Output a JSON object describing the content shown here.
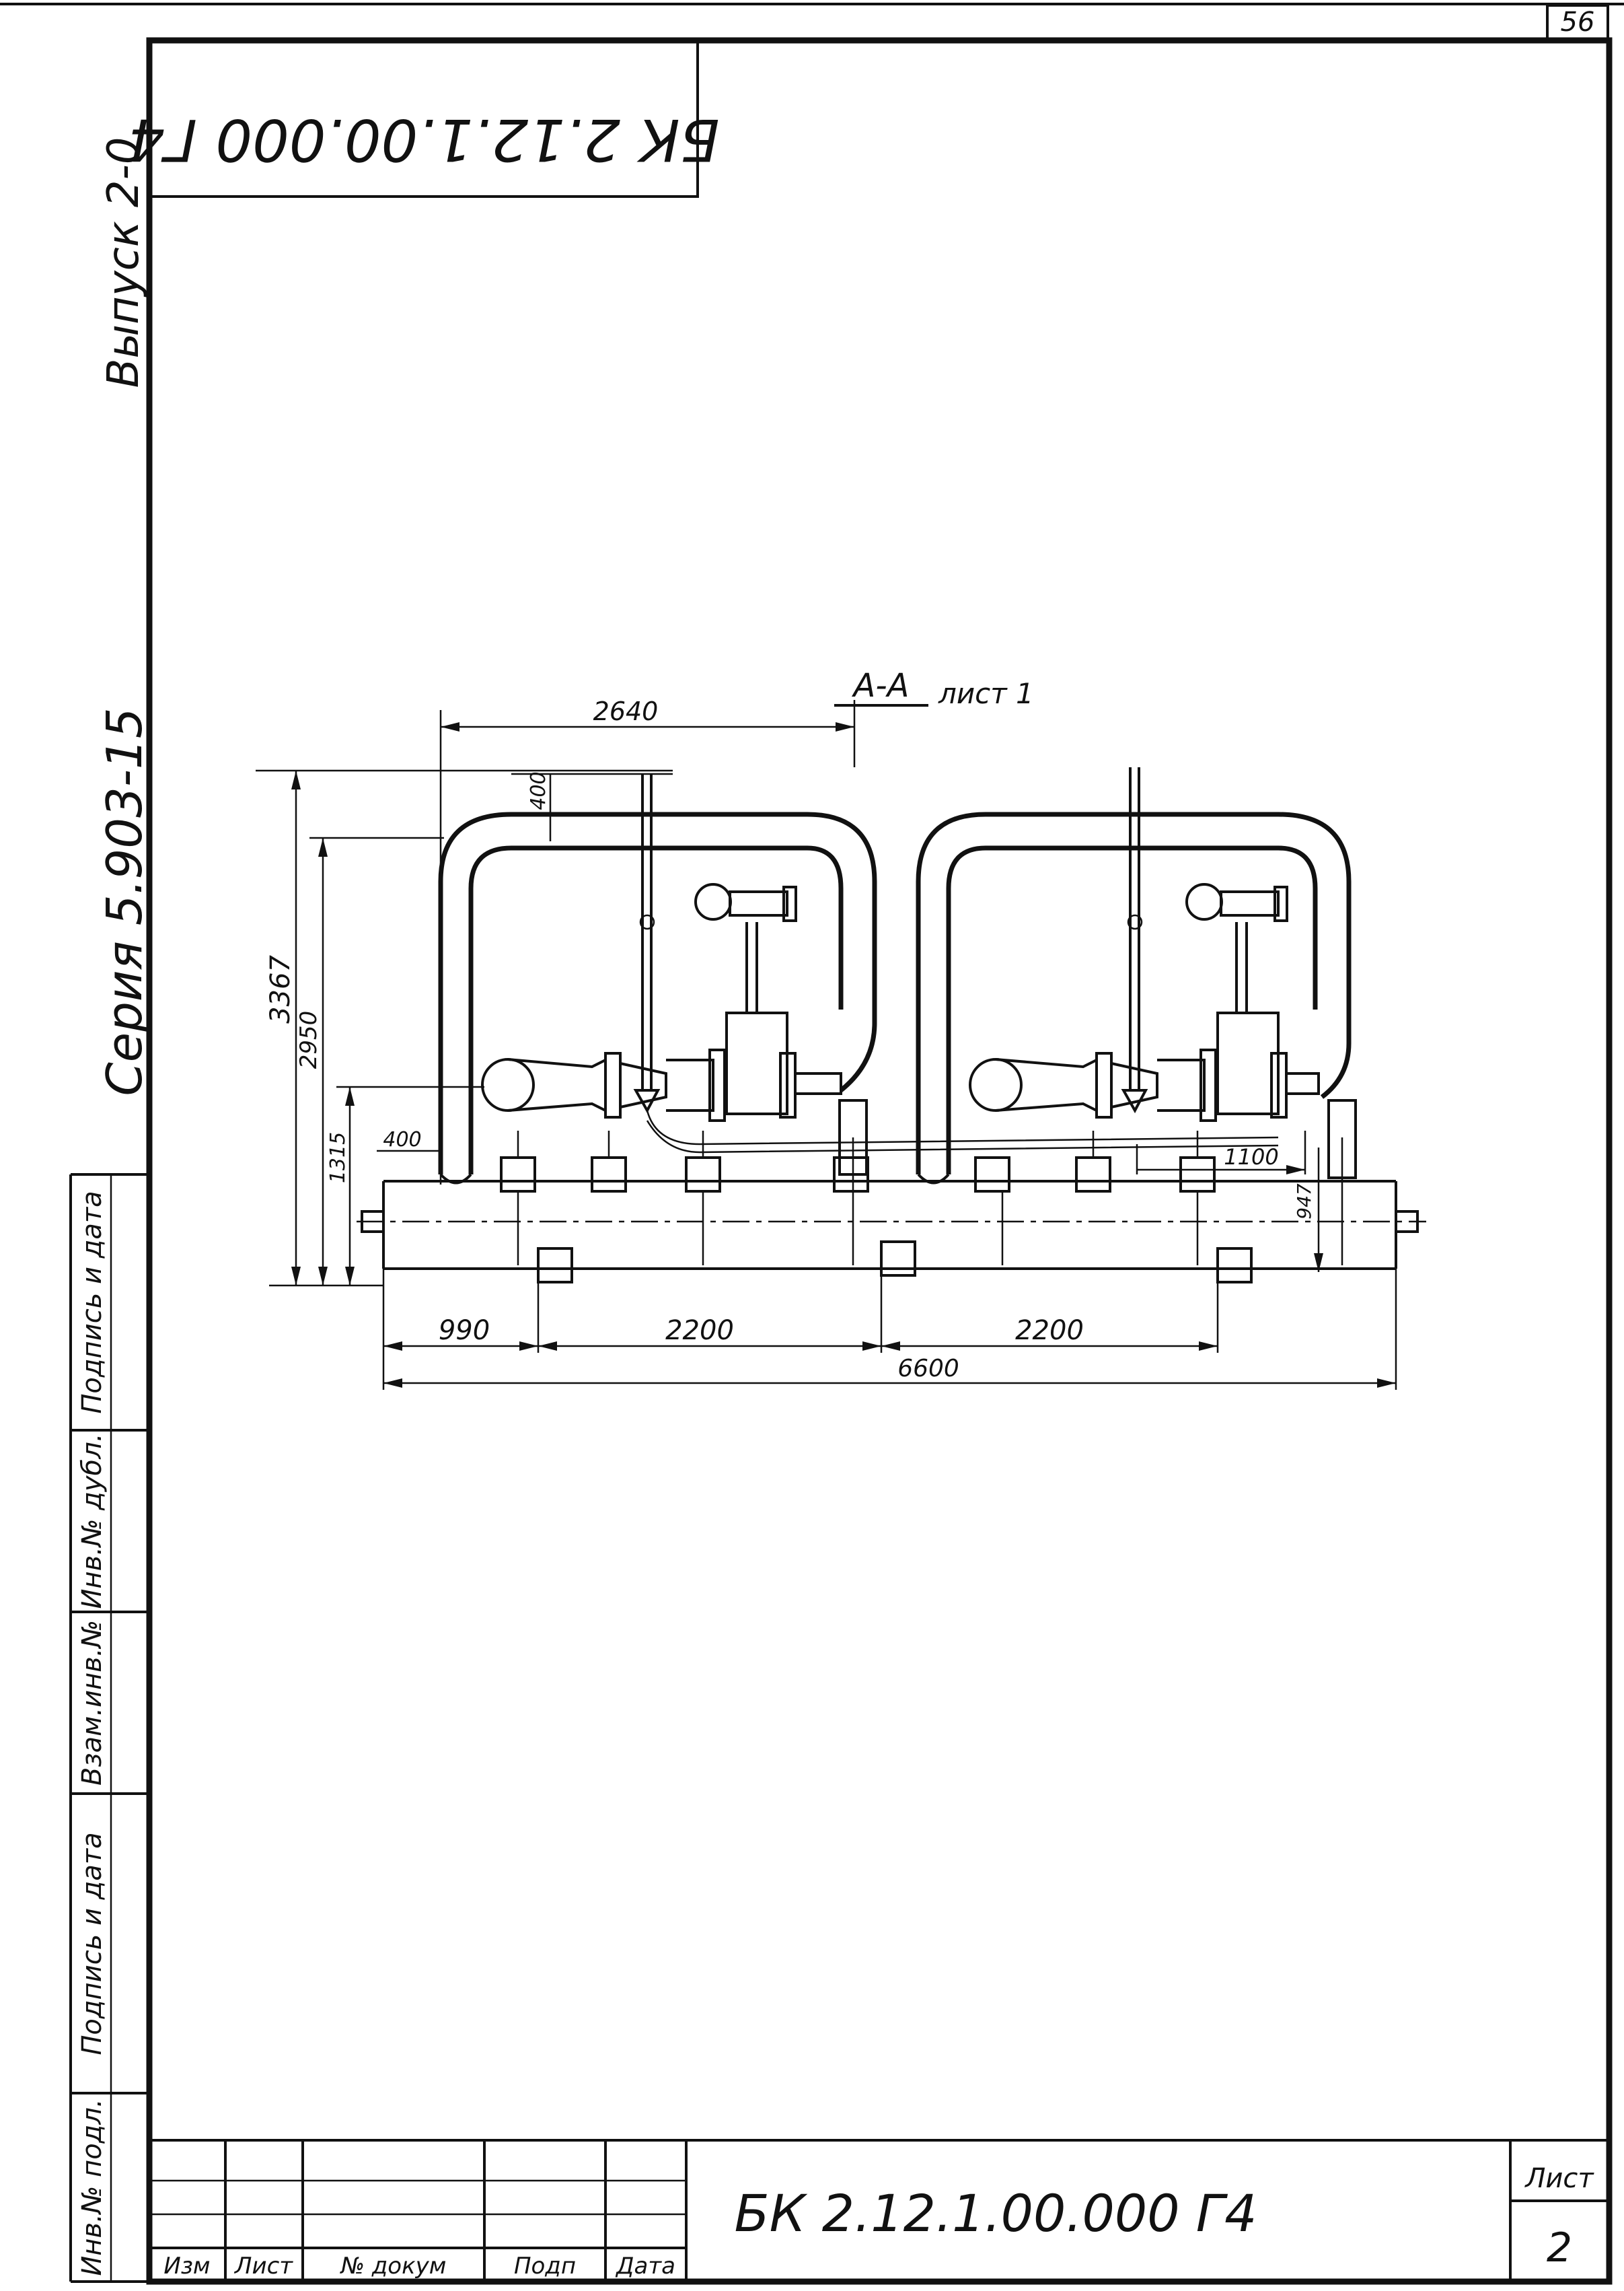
{
  "sheet_corner_number": "56",
  "mirrored_code": "БК 2.12.1.00.000 Г4",
  "side_labels": {
    "issue": "Выпуск 2-0",
    "series": "Серия 5.903-15"
  },
  "left_stamp": [
    "Инв.№ подл.",
    "Подпись и дата",
    "Взам.инв.№",
    "Инв.№ дубл.",
    "Подпись и дата"
  ],
  "section": {
    "label": "А-А",
    "ref": "лист 1"
  },
  "dimensions": {
    "width_top": "2640",
    "offset_top": "400",
    "height_total": "3367",
    "height_mid": "2950",
    "height_low": "1315",
    "offset_bottom": "400",
    "offset_right": "1100",
    "height_right": "947",
    "span_1": "990",
    "span_2": "2200",
    "span_3": "2200",
    "total": "6600"
  },
  "title_block": {
    "columns": [
      "Изм",
      "Лист",
      "№ докум",
      "Подп",
      "Дата"
    ],
    "doc_code": "БК 2.12.1.00.000 Г4",
    "sheet_label": "Лист",
    "sheet_number": "2"
  }
}
